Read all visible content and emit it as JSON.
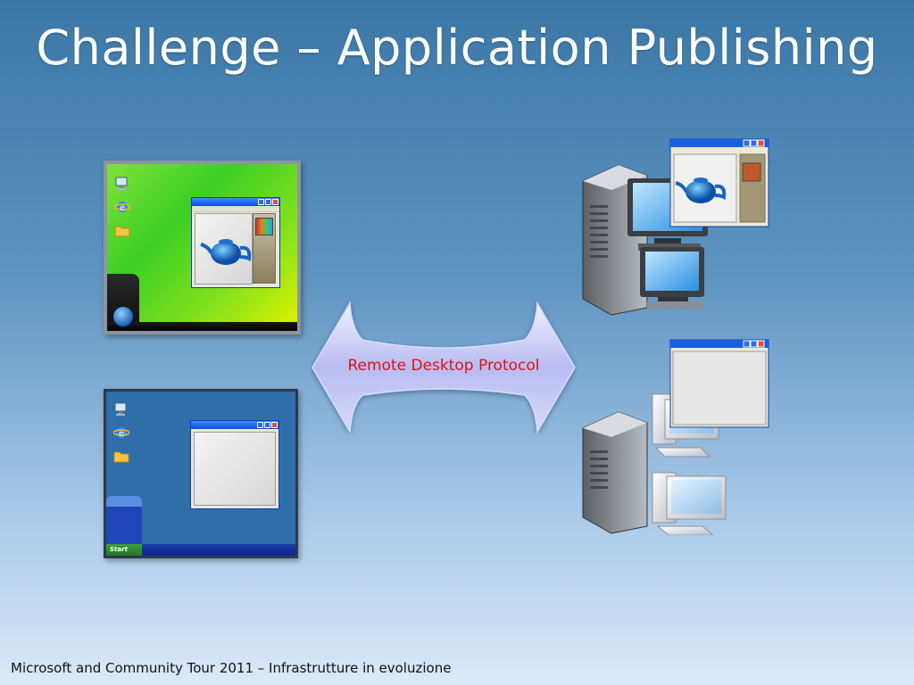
{
  "slide": {
    "title": "Challenge – Application Publishing",
    "footer": "Microsoft and Community Tour 2011 – Infrastrutture in evoluzione"
  },
  "arrow": {
    "label": "Remote Desktop Protocol"
  },
  "desktop_xp": {
    "start_label": "Start"
  },
  "colors": {
    "title": "#ffffff",
    "arrow_label": "#e0101a",
    "arrow_fill": "#c8c8f4",
    "xp_desktop": "#2f6ea9",
    "vista_desktop": "#4dd52a"
  }
}
